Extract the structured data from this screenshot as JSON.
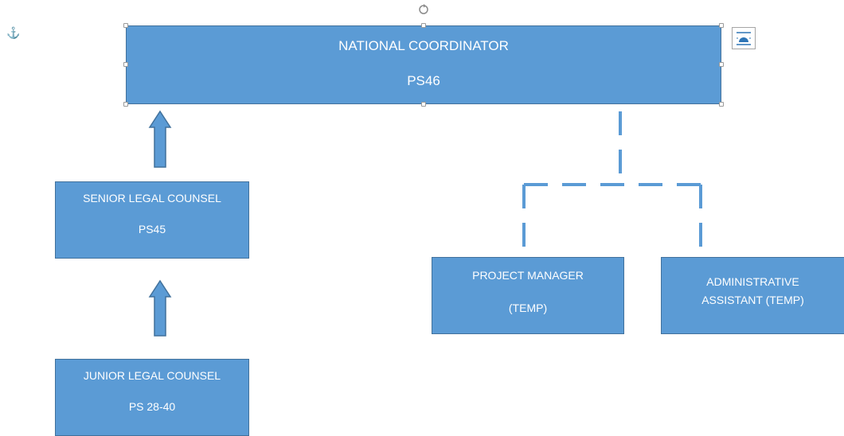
{
  "nodes": {
    "national": {
      "line1": "NATIONAL COORDINATOR",
      "line2": "PS46"
    },
    "senior": {
      "line1": "SENIOR LEGAL COUNSEL",
      "line2": "PS45"
    },
    "junior": {
      "line1": "JUNIOR LEGAL COUNSEL",
      "line2": "PS 28-40"
    },
    "pm": {
      "line1": "PROJECT MANAGER",
      "line2": "(TEMP)"
    },
    "admin": {
      "line1": "ADMINISTRATIVE",
      "line2": "ASSISTANT (TEMP)"
    }
  },
  "colors": {
    "box_fill": "#5b9bd5",
    "box_border": "#41719c",
    "dashed_connector": "#5b9bd5",
    "arrow_fill": "#5b9bd5",
    "arrow_border": "#41719c",
    "text": "#ffffff"
  },
  "icons": {
    "anchor": "anchor-icon",
    "rotate_handle": "rotate-handle-icon",
    "layout_options": "layout-options-icon"
  }
}
